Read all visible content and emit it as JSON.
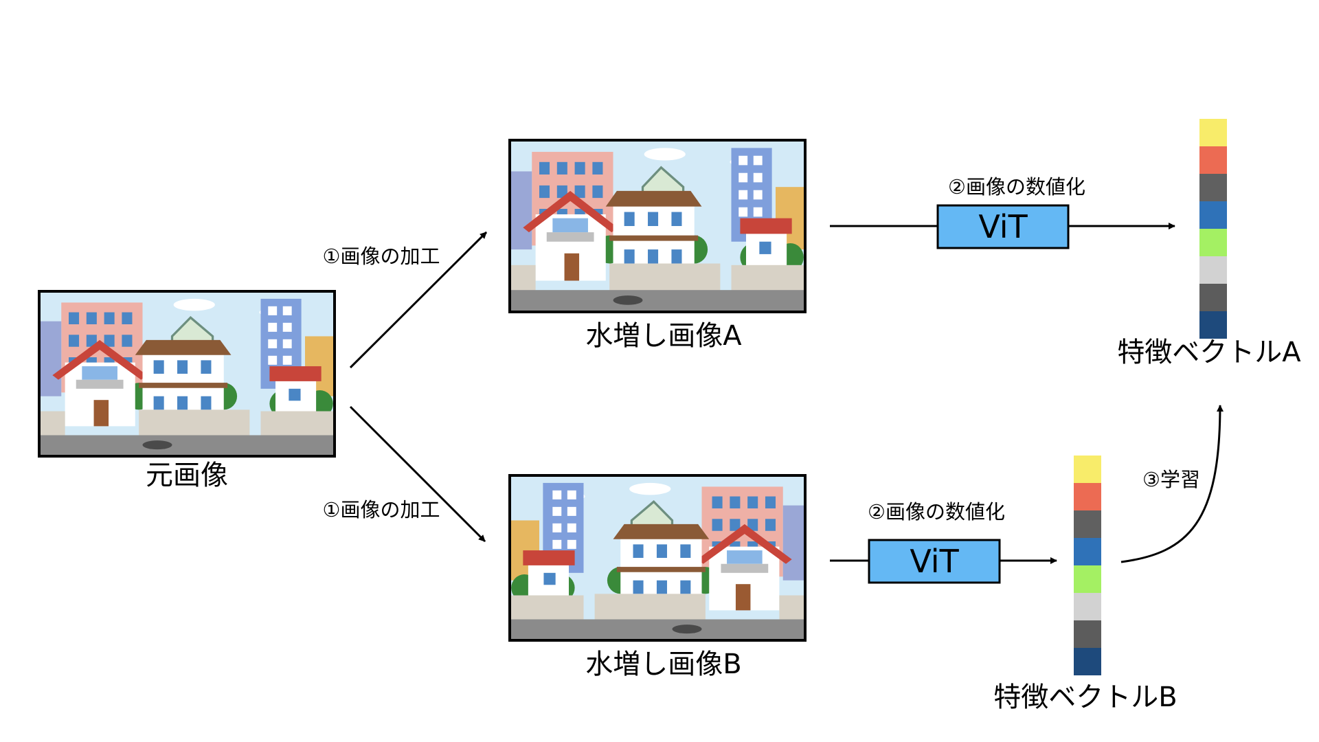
{
  "original_label": "元画像",
  "aug_a_label": "水増し画像A",
  "aug_b_label": "水増し画像B",
  "step1_label_top": "①画像の加工",
  "step1_label_bottom": "①画像の加工",
  "step2_label_top": "②画像の数値化",
  "step2_label_bottom": "②画像の数値化",
  "vit_top": "ViT",
  "vit_bottom": "ViT",
  "vector_a_label": "特徴ベクトルA",
  "vector_b_label": "特徴ベクトルB",
  "step3_label": "③学習",
  "vector_colors": [
    "#f8ec6a",
    "#ec6b53",
    "#606060",
    "#2f72b8",
    "#a4f063",
    "#d2d2d2",
    "#5c5c5c",
    "#1e4a7c"
  ],
  "colors": {
    "vit_fill": "#64b8f4",
    "sky": "#d3eaf7",
    "road": "#8b8b8b",
    "roof_red": "#c8453a",
    "roof_brown": "#8a5a36",
    "pink_building": "#eeb0a6",
    "blue_building": "#7f9fdc",
    "wall": "#d8d2c6",
    "tree": "#3a8a3a"
  },
  "icons": [
    "town-scene-image",
    "arrow-icon"
  ]
}
